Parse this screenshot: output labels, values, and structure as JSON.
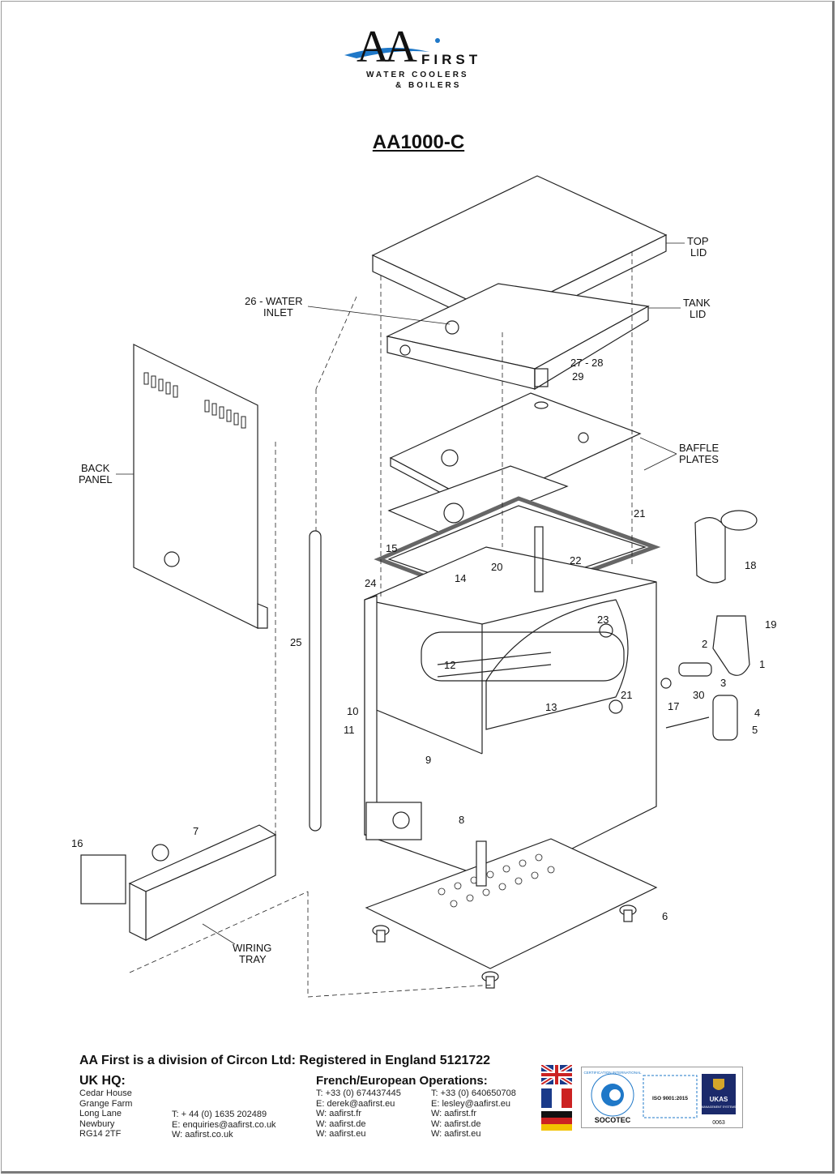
{
  "header": {
    "logo_mark": "AA",
    "logo_word": "FIRST",
    "logo_line1": "WATER COOLERS",
    "logo_line2": "& BOILERS",
    "title": "AA1000-C"
  },
  "diagram": {
    "labels": {
      "top_lid_1": "TOP",
      "top_lid_2": "LID",
      "tank_lid_1": "TANK",
      "tank_lid_2": "LID",
      "water_inlet_1": "26 - WATER",
      "water_inlet_2": "INLET",
      "baffle_1": "BAFFLE",
      "baffle_2": "PLATES",
      "back_panel_1": "BACK",
      "back_panel_2": "PANEL",
      "wiring_tray_1": "WIRING",
      "wiring_tray_2": "TRAY",
      "n27_28": "27 - 28",
      "n29": "29",
      "n21a": "21",
      "n21b": "21",
      "n15": "15",
      "n20": "20",
      "n22": "22",
      "n14": "14",
      "n24": "24",
      "n23": "23",
      "n18": "18",
      "n19": "19",
      "n2": "2",
      "n1": "1",
      "n3": "3",
      "n30": "30",
      "n12": "12",
      "n13": "13",
      "n25": "25",
      "n10": "10",
      "n11": "11",
      "n9": "9",
      "n17": "17",
      "n4": "4",
      "n5": "5",
      "n8": "8",
      "n7": "7",
      "n16": "16",
      "n6": "6"
    }
  },
  "footer": {
    "registration": "AA First is a division of Circon Ltd: Registered in England 5121722",
    "uk_hq_title": "UK HQ:",
    "uk_address": [
      "Cedar House",
      "Grange Farm",
      "Long Lane",
      "Newbury",
      "RG14 2TF"
    ],
    "uk_contact": [
      "T: + 44 (0) 1635 202489",
      "E: enquiries@aafirst.co.uk",
      "W: aafirst.co.uk"
    ],
    "eu_title": "French/European Operations:",
    "eu_col1": [
      "T: +33 (0) 674437445",
      "E: derek@aafirst.eu",
      "W: aafirst.fr",
      "W: aafirst.de",
      "W: aafirst.eu"
    ],
    "eu_col2": [
      "T: +33 (0) 640650708",
      "E: lesley@aafirst.eu",
      "W: aafirst.fr",
      "W: aafirst.de",
      "W: aafirst.eu"
    ],
    "cert_socotec": "SOCOTEC",
    "cert_iso": "ISO 9001:2015",
    "cert_ukas": "UKAS",
    "cert_ukas_sub": "MANAGEMENT SYSTEMS",
    "cert_ukas_num": "0063",
    "cert_ring_text": "CERTIFICATION INTERNATIONAL"
  },
  "colors": {
    "accent_blue": "#1f78c8",
    "flag_uk_blue": "#1a3a8a",
    "flag_red": "#cc2222",
    "ukas_navy": "#1b2a6b"
  }
}
